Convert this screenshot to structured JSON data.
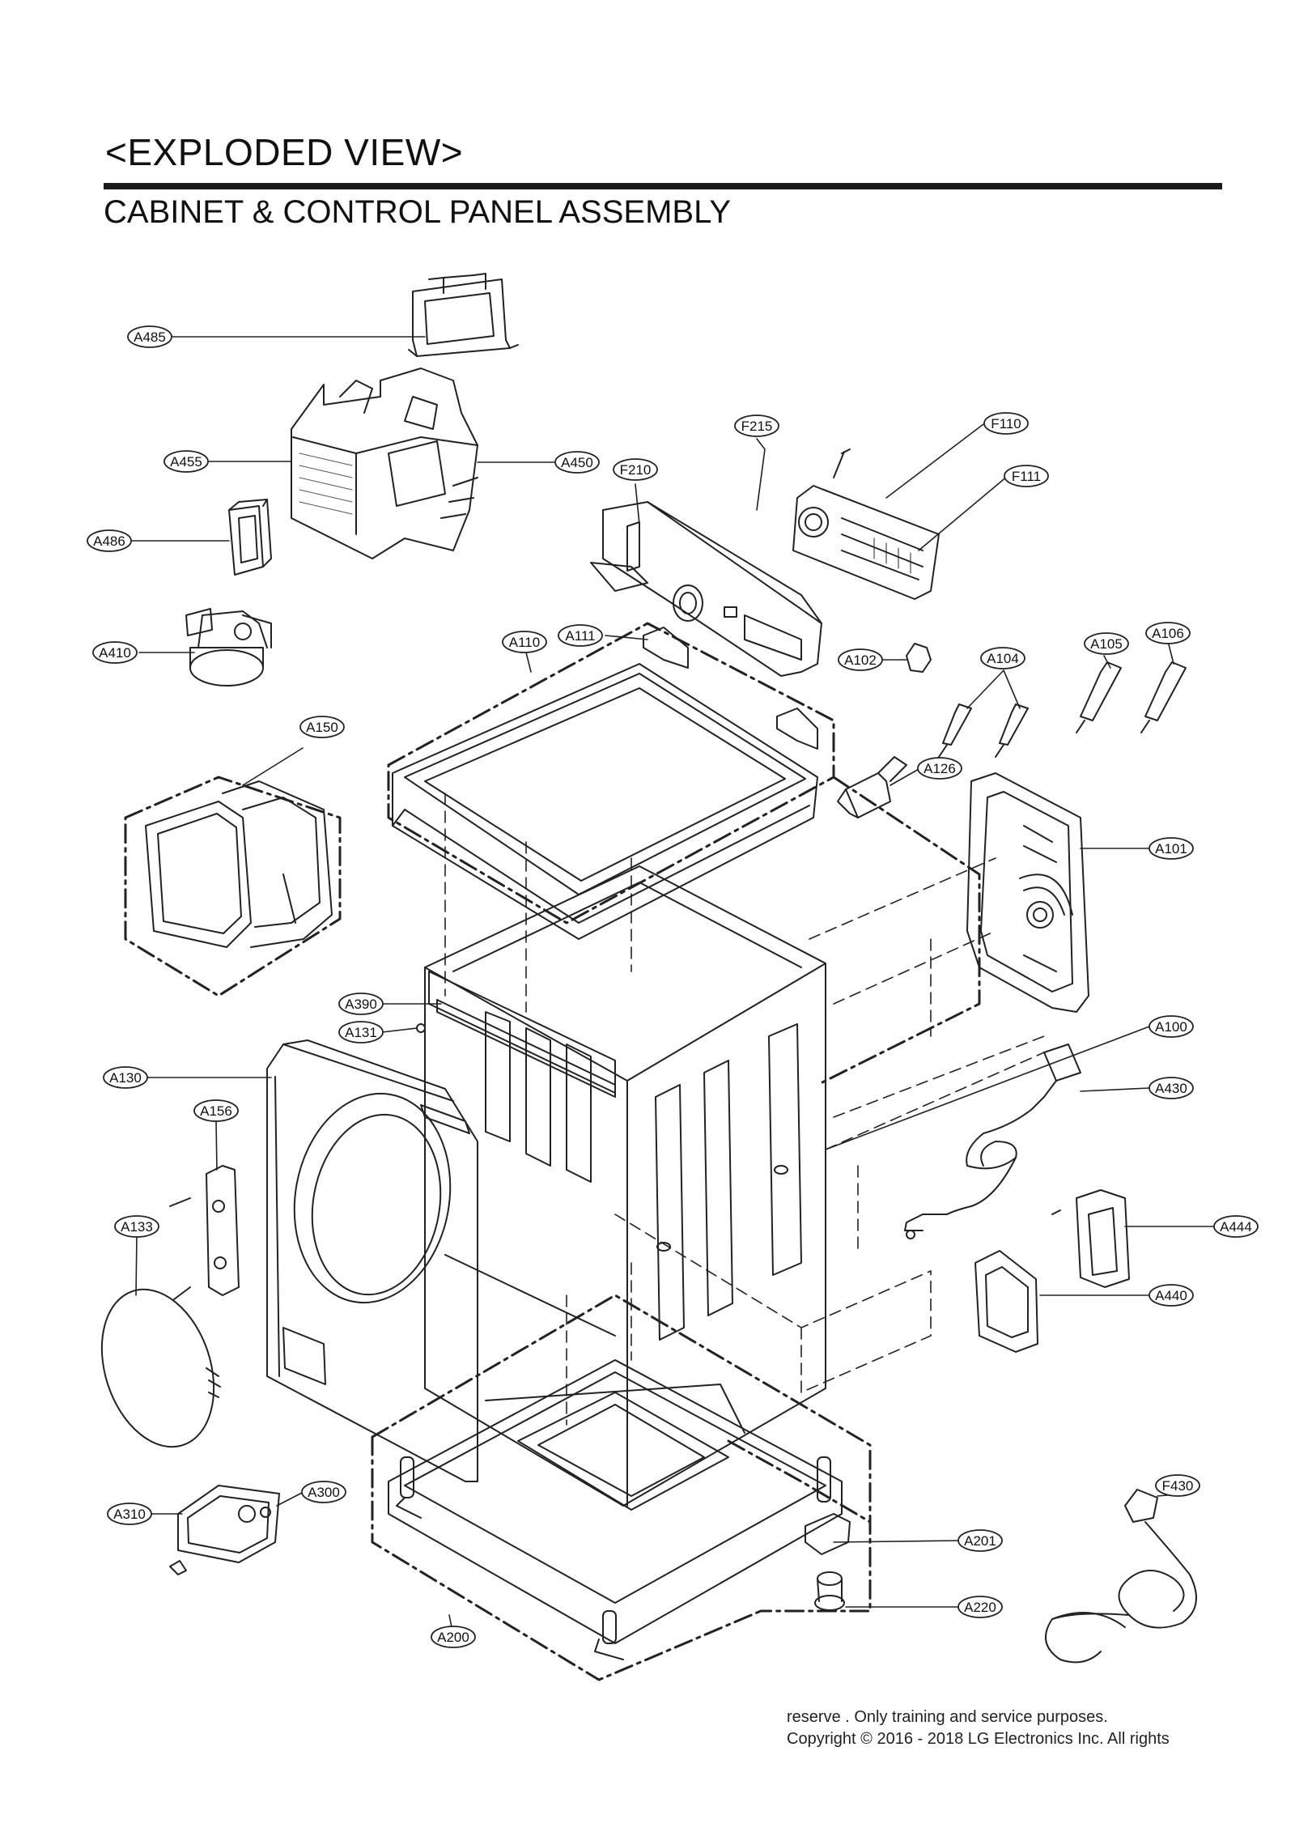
{
  "header": {
    "title": "<EXPLODED VIEW>",
    "subtitle": "CABINET & CONTROL PANEL ASSEMBLY"
  },
  "labels": [
    "A485",
    "A455",
    "A450",
    "A486",
    "A410",
    "F215",
    "F110",
    "F111",
    "F210",
    "A110",
    "A111",
    "A102",
    "A104",
    "A105",
    "A106",
    "A150",
    "A126",
    "A101",
    "A390",
    "A131",
    "A100",
    "A130",
    "A430",
    "A156",
    "A444",
    "A133",
    "A440",
    "F430",
    "A300",
    "A310",
    "A201",
    "A220",
    "A200"
  ],
  "footer": {
    "line1": "reserve  . Only training and service purposes.",
    "line2": "Copyright © 2016 - 2018 LG Electronics Inc. All rights"
  }
}
